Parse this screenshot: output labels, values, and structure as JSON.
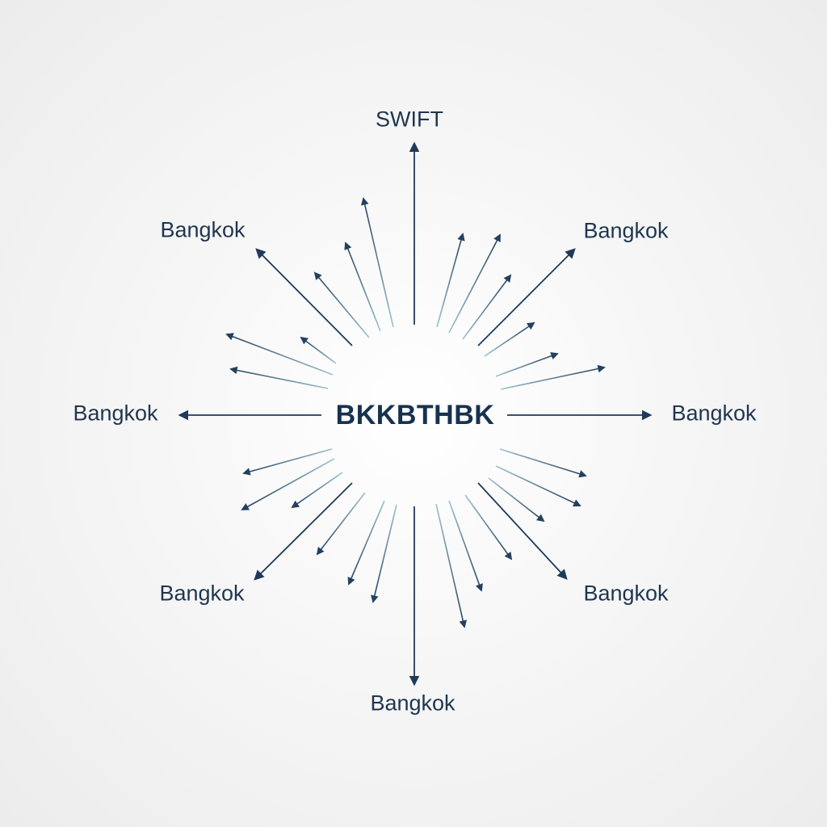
{
  "center": {
    "code": "BKKBTHBK"
  },
  "labels": {
    "top": "SWIFT",
    "top_left": "Bangkok",
    "top_right": "Bangkok",
    "left": "Bangkok",
    "right": "Bangkok",
    "bottom_left": "Bangkok",
    "bottom_right": "Bangkok",
    "bottom": "Bangkok"
  },
  "colors": {
    "main_arrow": "#1f3a5a",
    "ray_start": "#9cc3cf",
    "ray_end": "#23405f",
    "text": "#1f3650"
  }
}
